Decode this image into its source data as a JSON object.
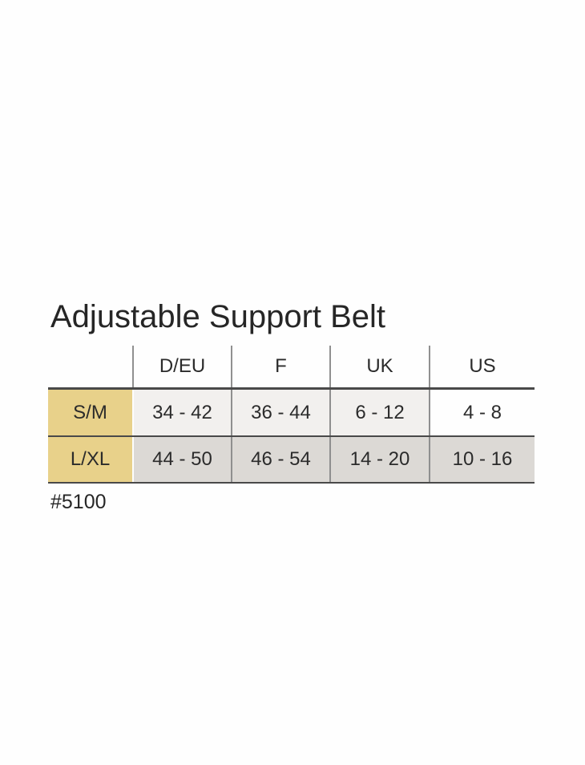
{
  "title": "Adjustable Support Belt",
  "product_code": "#5100",
  "chart_data": {
    "type": "table",
    "title": "Adjustable Support Belt",
    "columns": [
      "",
      "D/EU",
      "F",
      "UK",
      "US"
    ],
    "rows": [
      {
        "label": "S/M",
        "values": [
          "34 - 42",
          "36 - 44",
          "6 - 12",
          "4 - 8"
        ]
      },
      {
        "label": "L/XL",
        "values": [
          "44 - 50",
          "46 - 54",
          "14 - 20",
          "10 - 16"
        ]
      }
    ],
    "footnote": "#5100",
    "layout": {
      "legend": "none",
      "grid": "column dividers and horizontal rules only",
      "header_background": "#fefefe"
    },
    "colors": {
      "label_cell": "#e8d18a",
      "row_sm_cells": "#f2f0ee",
      "row_sm_last_cell": "#fefefe",
      "row_lxl_cells": "#dcd9d5",
      "horizontal_rule": "#494949",
      "column_divider": "#8f8f8f",
      "text": "#262626",
      "page_background": "#fefefe"
    }
  }
}
